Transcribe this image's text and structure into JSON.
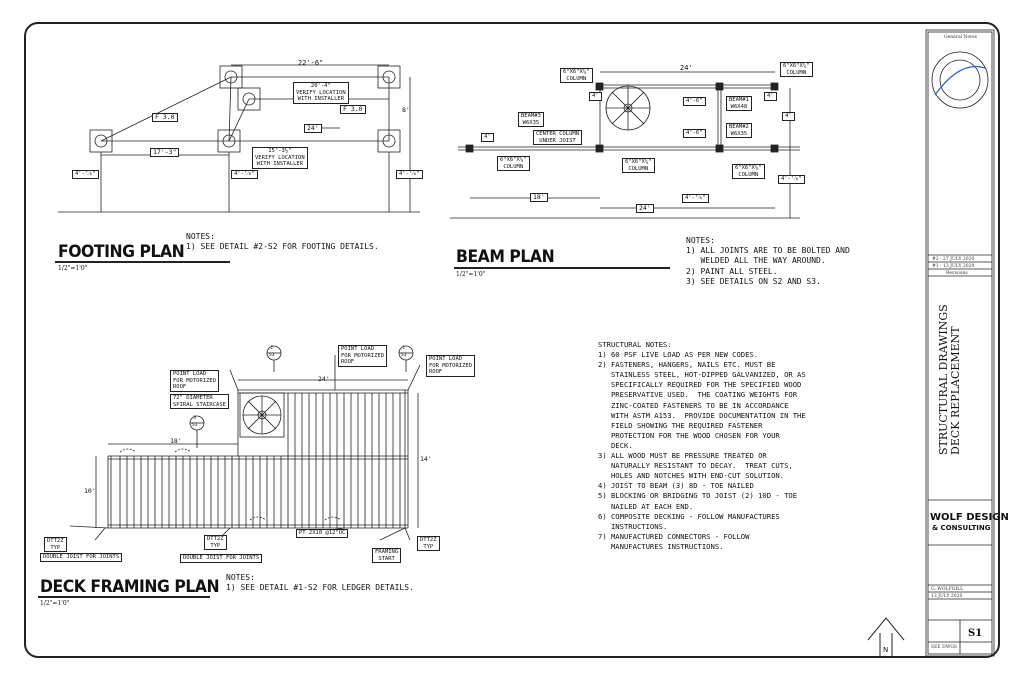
{
  "footing": {
    "title": "FOOTING PLAN",
    "scale": "1/2\"=1'0\"",
    "notes": "NOTES:\n1) SEE DETAIL #2-S2 FOR FOOTING DETAILS.",
    "dims": [
      "22'-6\"",
      "20'-4\"\nVERIFY LOCATION\nWITH INSTALLER",
      "15'-3½\"\nVERIFY LOCATION\nWITH INSTALLER",
      "F 3.0",
      "F 3.0",
      "17'-3\"",
      "24'",
      "4'-⁷⁄₈\"",
      "4'-⁷⁄₈\"",
      "4'-⁷⁄₈\"",
      "8'"
    ]
  },
  "beam": {
    "title": "BEAM PLAN",
    "scale": "1/2\"=1'0\"",
    "notes": "NOTES:\n1) ALL JOINTS ARE TO BE BOLTED AND\n   WELDED ALL THE WAY AROUND.\n2) PAINT ALL STEEL.\n3) SEE DETAILS ON S2 AND S3.",
    "labels": [
      "6\"X6\"X¼\"\nCOLUMN",
      "6\"X6\"X¼\"\nCOLUMN",
      "BEAM#3\nW6X35",
      "CENTER COLUMN\nUNDER JOIST",
      "BEAM#1\nW6X48",
      "BEAM#2\nW6X35",
      "6\"X6\"X¼\"\nCOLUMN",
      "6\"X6\"X¼\"\nCOLUMN",
      "6\"X6\"X¼\"\nCOLUMN"
    ],
    "dims": [
      "24'",
      "4'-6\"",
      "4'-6\"",
      "4'",
      "4'",
      "4'",
      "4'",
      "18'",
      "24'",
      "4'-⁷⁄₈\"",
      "4'-⁷⁄₈\""
    ]
  },
  "framing": {
    "title": "DECK FRAMING PLAN",
    "scale": "1/2\"=1'0\"",
    "notes": "NOTES:\n1) SEE DETAIL #1-S2 FOR LEDGER DETAILS.",
    "labels": [
      "POINT LOAD\nFOR MOTORIZED\nROOF",
      "POINT LOAD\nFOR MOTORIZED\nROOF",
      "POINT LOAD\nFOR MOTORIZED\nROOF",
      "72\" DIAMETER\nSPIRAL STAIRCASE",
      "DTT2Z\nTYP",
      "DTT2Z\nTYP",
      "DTT2Z\nTYP",
      "DOUBLE JOIST FOR JOINTS",
      "DOUBLE JOIST FOR JOINTS",
      "PT 2X10 @12\"OC",
      "FRAMING\nSTART"
    ],
    "dims": [
      "24'",
      "18'",
      "14'",
      "10'"
    ],
    "callouts": [
      "2\nS3",
      "3\nS3",
      "1\nS3"
    ]
  },
  "structural_notes": "STRUCTURAL NOTES:\n1) 60 PSF LIVE LOAD AS PER NEW CODES.\n2) FASTENERS, HANGERS, NAILS ETC. MUST BE\n   STAINLESS STEEL, HOT-DIPPED GALVANIZED, OR AS\n   SPECIFICALLY REQUIRED FOR THE SPECIFIED WOOD\n   PRESERVATIVE USED.  THE COATING WEIGHTS FOR\n   ZINC-COATED FASTENERS TO BE IN ACCORDANCE\n   WITH ASTM A153.  PROVIDE DOCUMENTATION IN THE\n   FIELD SHOWING THE REQUIRED FASTENER\n   PROTECTION FOR THE WOOD CHOSEN FOR YOUR\n   DECK.\n3) ALL WOOD MUST BE PRESSURE TREATED OR\n   NATURALLY RESISTANT TO DECAY.  TREAT CUTS,\n   HOLES AND NOTCHES WITH END-CUT SOLUTION.\n4) JOIST TO BEAM (3) 8d - TOE NAILED\n5) BLOCKING OR BRIDGING TO JOIST (2) 10d - TOE\n   NAILED AT EACH END.\n6) COMPOSITE DECKING - FOLLOW MANUFACTURES\n   INSTRUCTIONS.\n7) MANUFACTURED CONNECTORS - FOLLOW\n   MANUFACTURES INSTRUCTIONS.",
  "title_block": {
    "general_notes": "General Notes",
    "revision_1": "#2 - 27 JULY 2020",
    "revision_2": "#1 - 13 JULY 2020",
    "revisions_label": "Revisions",
    "drawing_title": "STRUCTURAL DRAWINGS\nDECK REPLACEMENT",
    "company_1": "WOLF DESIGN",
    "company_2": "& CONSULTING",
    "drawn_by": "G. WOLFGILL",
    "date": "13 JULY 2020",
    "sheet": "S1",
    "see_dwgs": "SEE DWGS"
  },
  "north_label": "N"
}
